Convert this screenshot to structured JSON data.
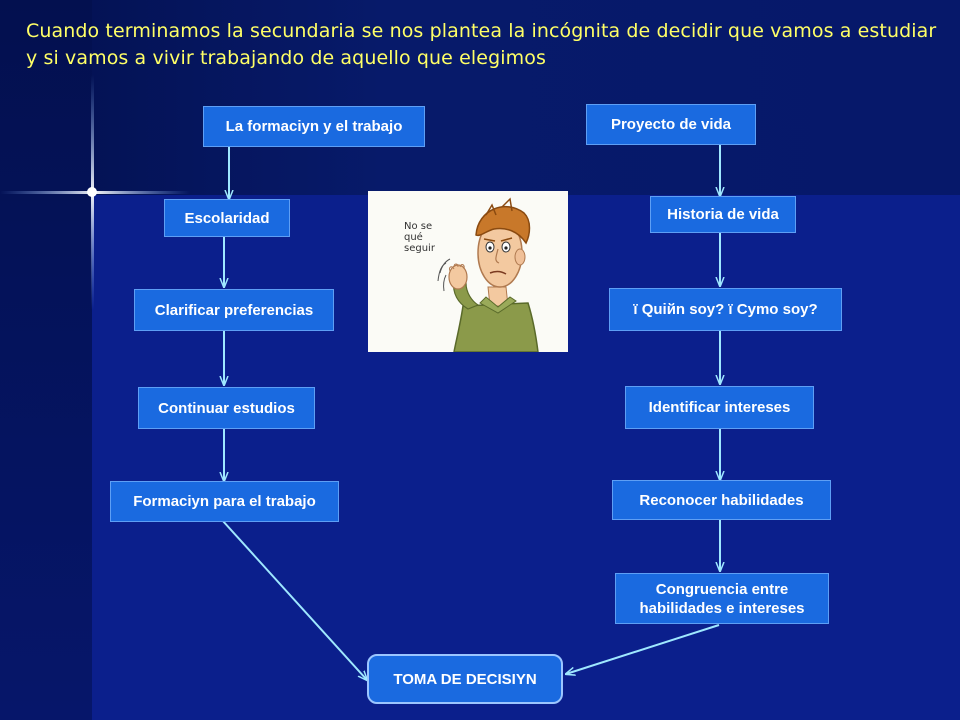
{
  "header": {
    "text": "Cuando terminamos la secundaria se nos plantea la incógnita de decidir que vamos a estudiar y si vamos a vivir trabajando de aquello que elegimos"
  },
  "left_column": {
    "top": "La formaciyn y el trabajo",
    "step1": "Escolaridad",
    "step2": "Clarificar preferencias",
    "step3": "Continuar estudios",
    "step4": "Formaciyn para el trabajo"
  },
  "right_column": {
    "top": "Proyecto de vida",
    "step1": "Historia de vida",
    "step2": "ï Quiйn soy? ï Cymo soy?",
    "step3": "Identificar intereses",
    "step4": "Reconocer habilidades",
    "step5_line1": "Congruencia entre",
    "step5_line2": "habilidades e intereses"
  },
  "final": {
    "label": "TOMA DE DECISIYN"
  },
  "illustration": {
    "caption": "No se qué seguir"
  },
  "colors": {
    "box_fill": "#1a6ae0",
    "header_text": "#ffff66",
    "arrow": "#9fe8ff"
  }
}
